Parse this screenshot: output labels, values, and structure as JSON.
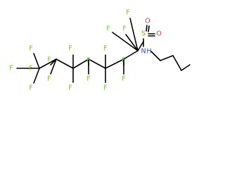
{
  "molecule": {
    "colors": {
      "bond": "#000000",
      "carbon_skeleton": "#000000",
      "fluorine": "#7fbf3f",
      "sulfur": "#b5a100",
      "oxygen": "#e8323c",
      "nitrogen": "#2f3fd8",
      "hydrogen": "#2f3fd8"
    },
    "atoms": {
      "f": "F",
      "s": "S",
      "o": "O",
      "n": "N",
      "h": "H"
    },
    "elements": [
      "F",
      "F",
      "F",
      "F",
      "F",
      "F",
      "F",
      "F",
      "F",
      "F",
      "F",
      "F",
      "F",
      "F",
      "F",
      "F",
      "F",
      "S",
      "O",
      "O",
      "N",
      "H"
    ]
  }
}
